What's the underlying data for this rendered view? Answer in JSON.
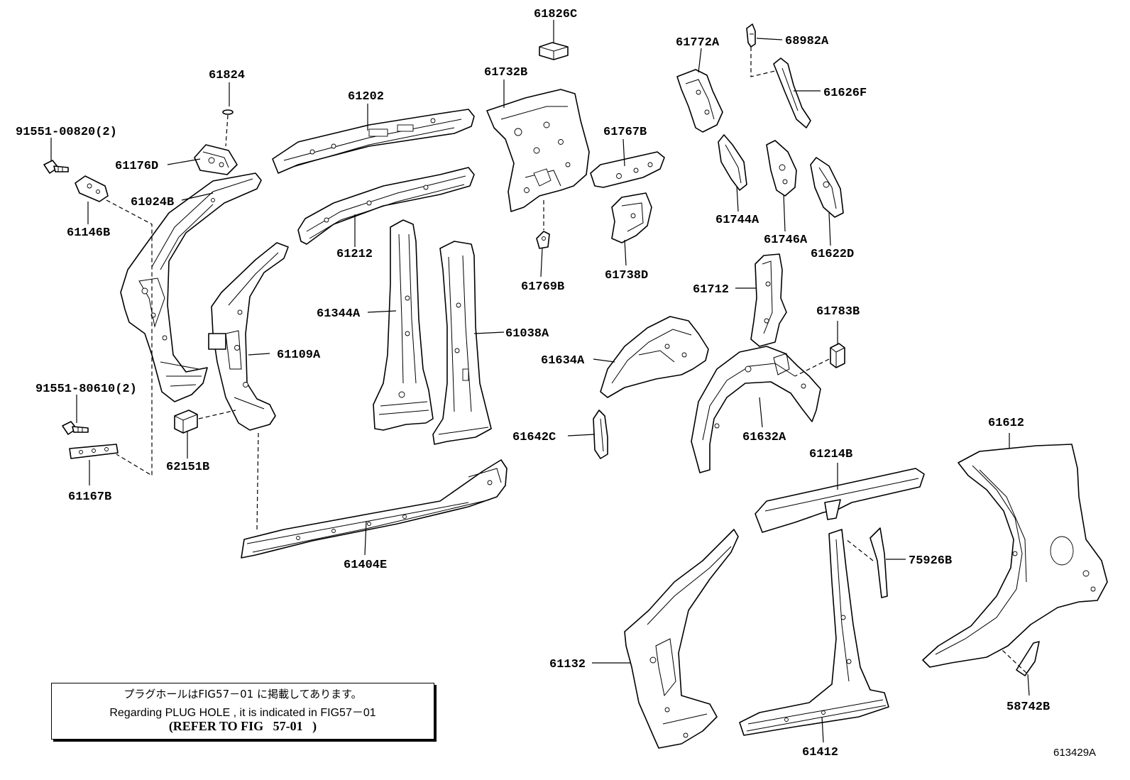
{
  "labels": {
    "p61826C": "61826C",
    "p68982A": "68982A",
    "p61772A": "61772A",
    "p61824": "61824",
    "p61732B": "61732B",
    "p61626F": "61626F",
    "p61202": "61202",
    "p91551_00820": "91551-00820(2)",
    "p61767B": "61767B",
    "p61176D": "61176D",
    "p61024B": "61024B",
    "p61744A": "61744A",
    "p61146B": "61146B",
    "p61746A": "61746A",
    "p61212": "61212",
    "p61622D": "61622D",
    "p61738D": "61738D",
    "p61769B": "61769B",
    "p61712": "61712",
    "p61344A": "61344A",
    "p61783B": "61783B",
    "p61038A": "61038A",
    "p61109A": "61109A",
    "p61634A": "61634A",
    "p91551_80610": "91551-80610(2)",
    "p61612": "61612",
    "p61642C": "61642C",
    "p61632A": "61632A",
    "p62151B": "62151B",
    "p61214B": "61214B",
    "p61167B": "61167B",
    "p61404E": "61404E",
    "p75926B": "75926B",
    "p61132": "61132",
    "p58742B": "58742B",
    "p61412": "61412"
  },
  "note": {
    "jp": "プラグホールはFIG57－01 に掲載してあります。",
    "en": "Regarding PLUG HOLE , it is indicated in FIG57－01",
    "ref": "(REFER TO FIG   57-01   )"
  },
  "illustration_code": "613429A"
}
